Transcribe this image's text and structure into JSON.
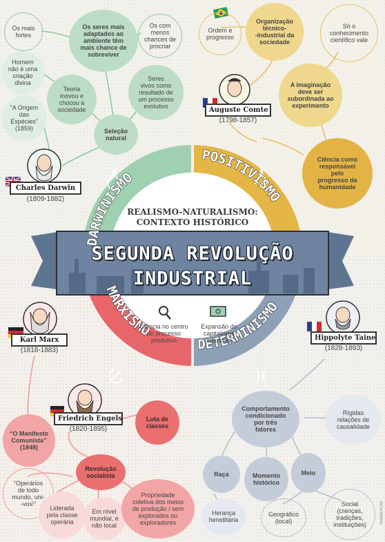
{
  "title_main": [
    "SEGUNDA REVOLUÇÃO",
    "INDUSTRIAL"
  ],
  "subtitle": "REALISMO-NATURALISMO:\nCONTEXTO HISTÓRICO",
  "sectors": {
    "darwinismo": "DARWINISMO",
    "positivismo": "POSITIVISMO",
    "marxismo": "MARXISMO",
    "determinismo": "DETERMINISMO"
  },
  "center_items": {
    "ciencia": "Ciência no centro\ndo processo\nprodutivo",
    "expansao": "Expansão do\ncapitalismo\nindustrial"
  },
  "people": {
    "darwin": {
      "name": "Charles Darwin",
      "dates": "(1809-1882)"
    },
    "comte": {
      "name": "Auguste Comte",
      "dates": "(1798-1857)"
    },
    "marx": {
      "name": "Karl Marx",
      "dates": "(1818-1883)"
    },
    "engels": {
      "name": "Friedrich Engels",
      "dates": "(1820-1895)"
    },
    "taine": {
      "name": "Hippolyte Taine",
      "dates": "(1828-1893)"
    }
  },
  "darwin_nodes": {
    "mais_fortes": "Os mais\nfortes",
    "adaptados": "Os seres mais\nadaptados ao\nambiente têm\nmais chance de\nsobreviver",
    "menos_chances": "Os com\nmenos\nchances de\nprocriar",
    "homem": "Homem\nnão é uma\ncriação\ndivina",
    "teoria": "Teoria\ninovou e\nchocou a\nsociedade",
    "seres_vivos": "Seres\nvivos como\nresultado de\num processo\nevolutivo",
    "origem": "“A Origem\ndas\nEspécies”\n(1859)",
    "selecao": "Seleção\nnatural"
  },
  "comte_nodes": {
    "ordem": "Ordem e\nprogresso",
    "organizacao": "Organização\ntécnico-\n-industrial da\nsociedade",
    "conhecimento": "Só o\nconhecimento\ncientífico vale",
    "imaginacao": "A imaginação\ndeve ser\nsubordinada ao\nexperimento",
    "ciencia": "Ciência como\nresponsável\npelo\nprogresso da\nhumanidade"
  },
  "marx_nodes": {
    "luta": "Luta de\nclasses",
    "manifesto": "“O Manifesto\nComunista”\n(1848)",
    "revolucao": "Revolução\nsocialista",
    "operarios": "“Operários\nde todo\nmundo, uni-\n-vos!”",
    "liderada": "Liderada\npela classe\noperária",
    "nivel": "Em nível\nmundial, e\nnão local",
    "propriedade": "Propriedade\ncoletiva dos meios\nde produção / sem\nexplorados ou\nexploradores"
  },
  "taine_nodes": {
    "comportamento": "Comportamento\ncondicionado\npor três\nfatores",
    "rigidas": "Rígidas\nrelações de\ncausalidade",
    "raca": "Raça",
    "momento": "Momento\nhistórico",
    "meio": "Meio",
    "heranca": "Herança\nhereditária",
    "geografico": "Geográfico\n(local)",
    "social": "Social\n(crenças,\ntradições,\ninstituições)"
  },
  "credit": "YASMIN AYUMI",
  "colors": {
    "green": "#9fd0b0",
    "yellow": "#e4b646",
    "red": "#e8666a",
    "blue": "#7f93a8",
    "banner": "#6f84a0",
    "dark": "#2b2f36"
  }
}
